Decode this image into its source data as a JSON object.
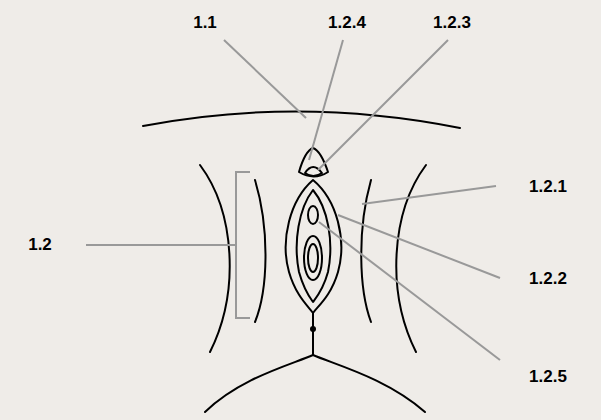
{
  "diagram": {
    "labels": [
      "1.1",
      "1.2.4",
      "1.2.3",
      "1.2.1",
      "1.2",
      "1.2.2",
      "1.2.5"
    ]
  }
}
